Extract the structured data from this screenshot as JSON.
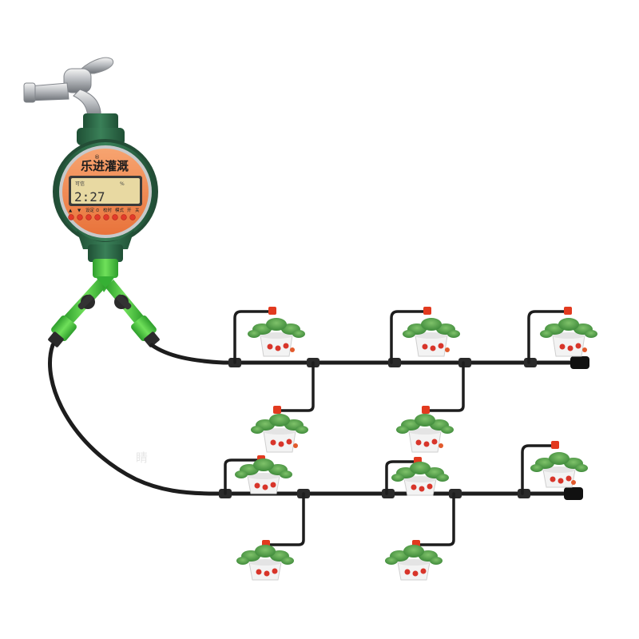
{
  "timer": {
    "brand": "乐进灌溉",
    "brand_mark": "®",
    "display_time": "2:27",
    "lcd_small_left": "可信",
    "lcd_small_right": "%",
    "button_labels": [
      "▲",
      "▼",
      "设定",
      "⏲",
      "校时",
      "模式",
      "开",
      "关"
    ]
  },
  "watermark": {
    "text": "睛"
  },
  "colors": {
    "faceplate": "#f0874e",
    "lcd": "#e8d9a2",
    "housing": "#2f6b4a",
    "fitting": "#3bbd3a",
    "pipe": "#1d1d1d",
    "dripper": "#e23a1f"
  }
}
